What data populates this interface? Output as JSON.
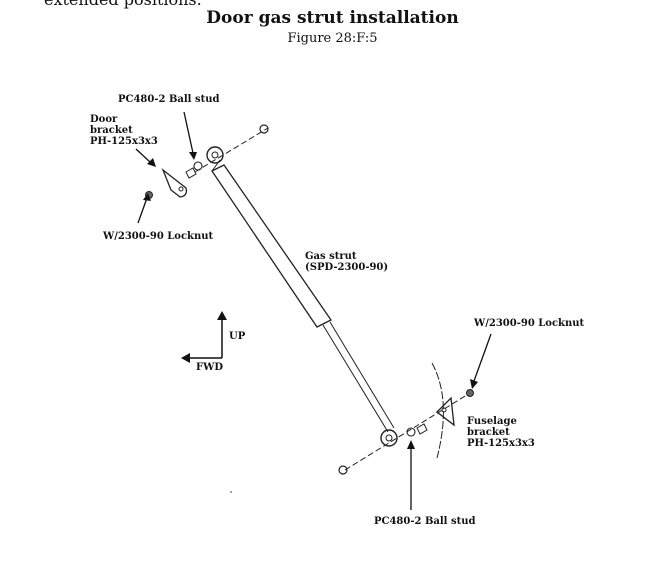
{
  "header": {
    "cut_text": "extended positions.",
    "title": "Door gas strut installation",
    "figure": "Figure 28:F:5"
  },
  "labels": {
    "ball_stud_top": "PC480-2 Ball stud",
    "door_bracket": "Door\nbracket\nPH-125x3x3",
    "locknut_left": "W/2300-90 Locknut",
    "gas_strut": "Gas strut\n(SPD-2300-90)",
    "up": "UP",
    "fwd": "FWD",
    "locknut_right": "W/2300-90 Locknut",
    "fuselage_bracket": "Fuselage\nbracket\nPH-125x3x3",
    "ball_stud_bottom": "PC480-2 Ball stud"
  }
}
